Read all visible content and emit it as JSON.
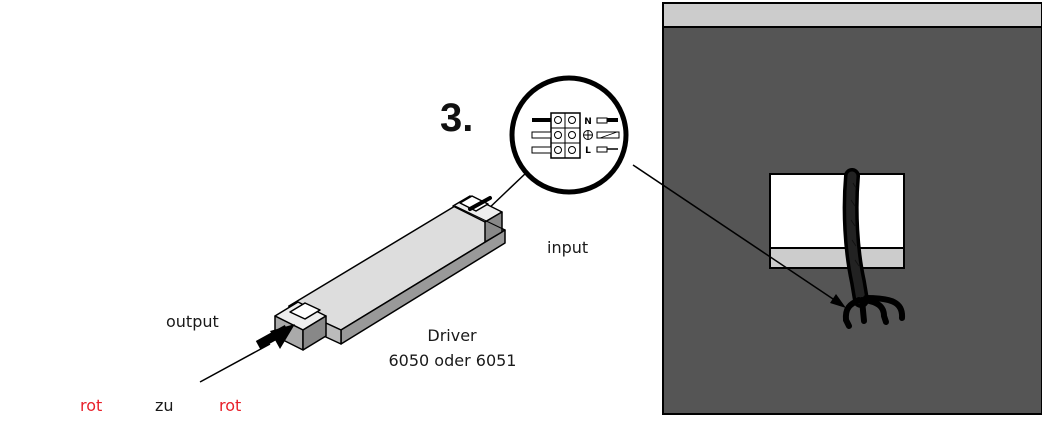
{
  "step_number": "3.",
  "labels": {
    "input": "input",
    "output": "output",
    "driver": "Driver",
    "driver_models": "6050 oder 6051",
    "wire_left": "rot",
    "wire_connector": "zu",
    "wire_right": "rot"
  },
  "terminal_marks": [
    "N",
    "⊕",
    "L"
  ],
  "colors": {
    "wall": "#555555",
    "box_fill": "#ffffff",
    "trim": "#cccccc",
    "driver_top": "#dddddd",
    "driver_side": "#999999",
    "accent_red": "#e8202a"
  }
}
